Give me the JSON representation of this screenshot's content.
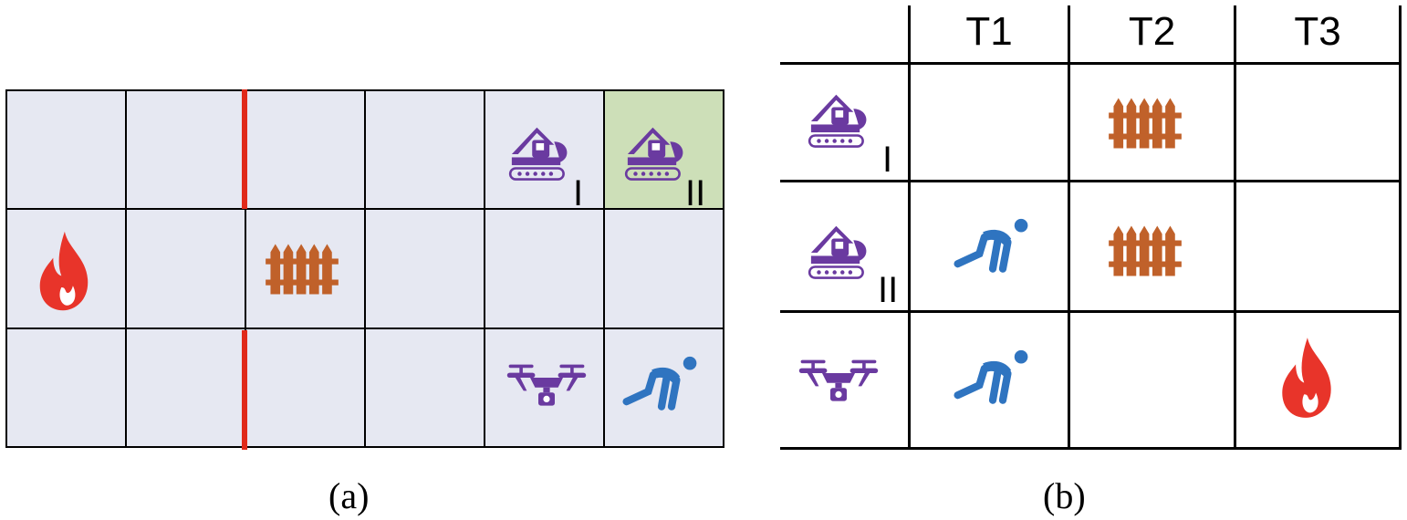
{
  "panel_a": {
    "caption": "(a)",
    "cells": [
      {
        "row": 0,
        "col": 4,
        "icon": "excavator-icon",
        "label": "I"
      },
      {
        "row": 0,
        "col": 5,
        "icon": "excavator-icon",
        "label": "II",
        "highlight": "goal-green"
      },
      {
        "row": 1,
        "col": 0,
        "icon": "fire-icon"
      },
      {
        "row": 1,
        "col": 2,
        "icon": "fence-icon"
      },
      {
        "row": 2,
        "col": 4,
        "icon": "drone-icon"
      },
      {
        "row": 2,
        "col": 5,
        "icon": "crawling-person-icon"
      }
    ],
    "walls": [
      "between col 1 and 2, row 0",
      "between col 1 and 2, row 2"
    ]
  },
  "panel_b": {
    "caption": "(b)",
    "headers": [
      "T1",
      "T2",
      "T3"
    ],
    "rows": [
      {
        "agent_icon": "excavator-icon",
        "agent_label": "I",
        "cells": [
          "",
          "fence-icon",
          ""
        ]
      },
      {
        "agent_icon": "excavator-icon",
        "agent_label": "II",
        "cells": [
          "crawling-person-icon",
          "fence-icon",
          ""
        ]
      },
      {
        "agent_icon": "drone-icon",
        "agent_label": "",
        "cells": [
          "crawling-person-icon",
          "",
          "fire-icon"
        ]
      }
    ]
  },
  "colors": {
    "agent": "#6a3aa0",
    "fence": "#c0612a",
    "fire": "#e8342a",
    "person": "#2f74c0",
    "wall": "#e02a1a",
    "cell": "#e6e8f2",
    "goal": "#cddfb8"
  }
}
